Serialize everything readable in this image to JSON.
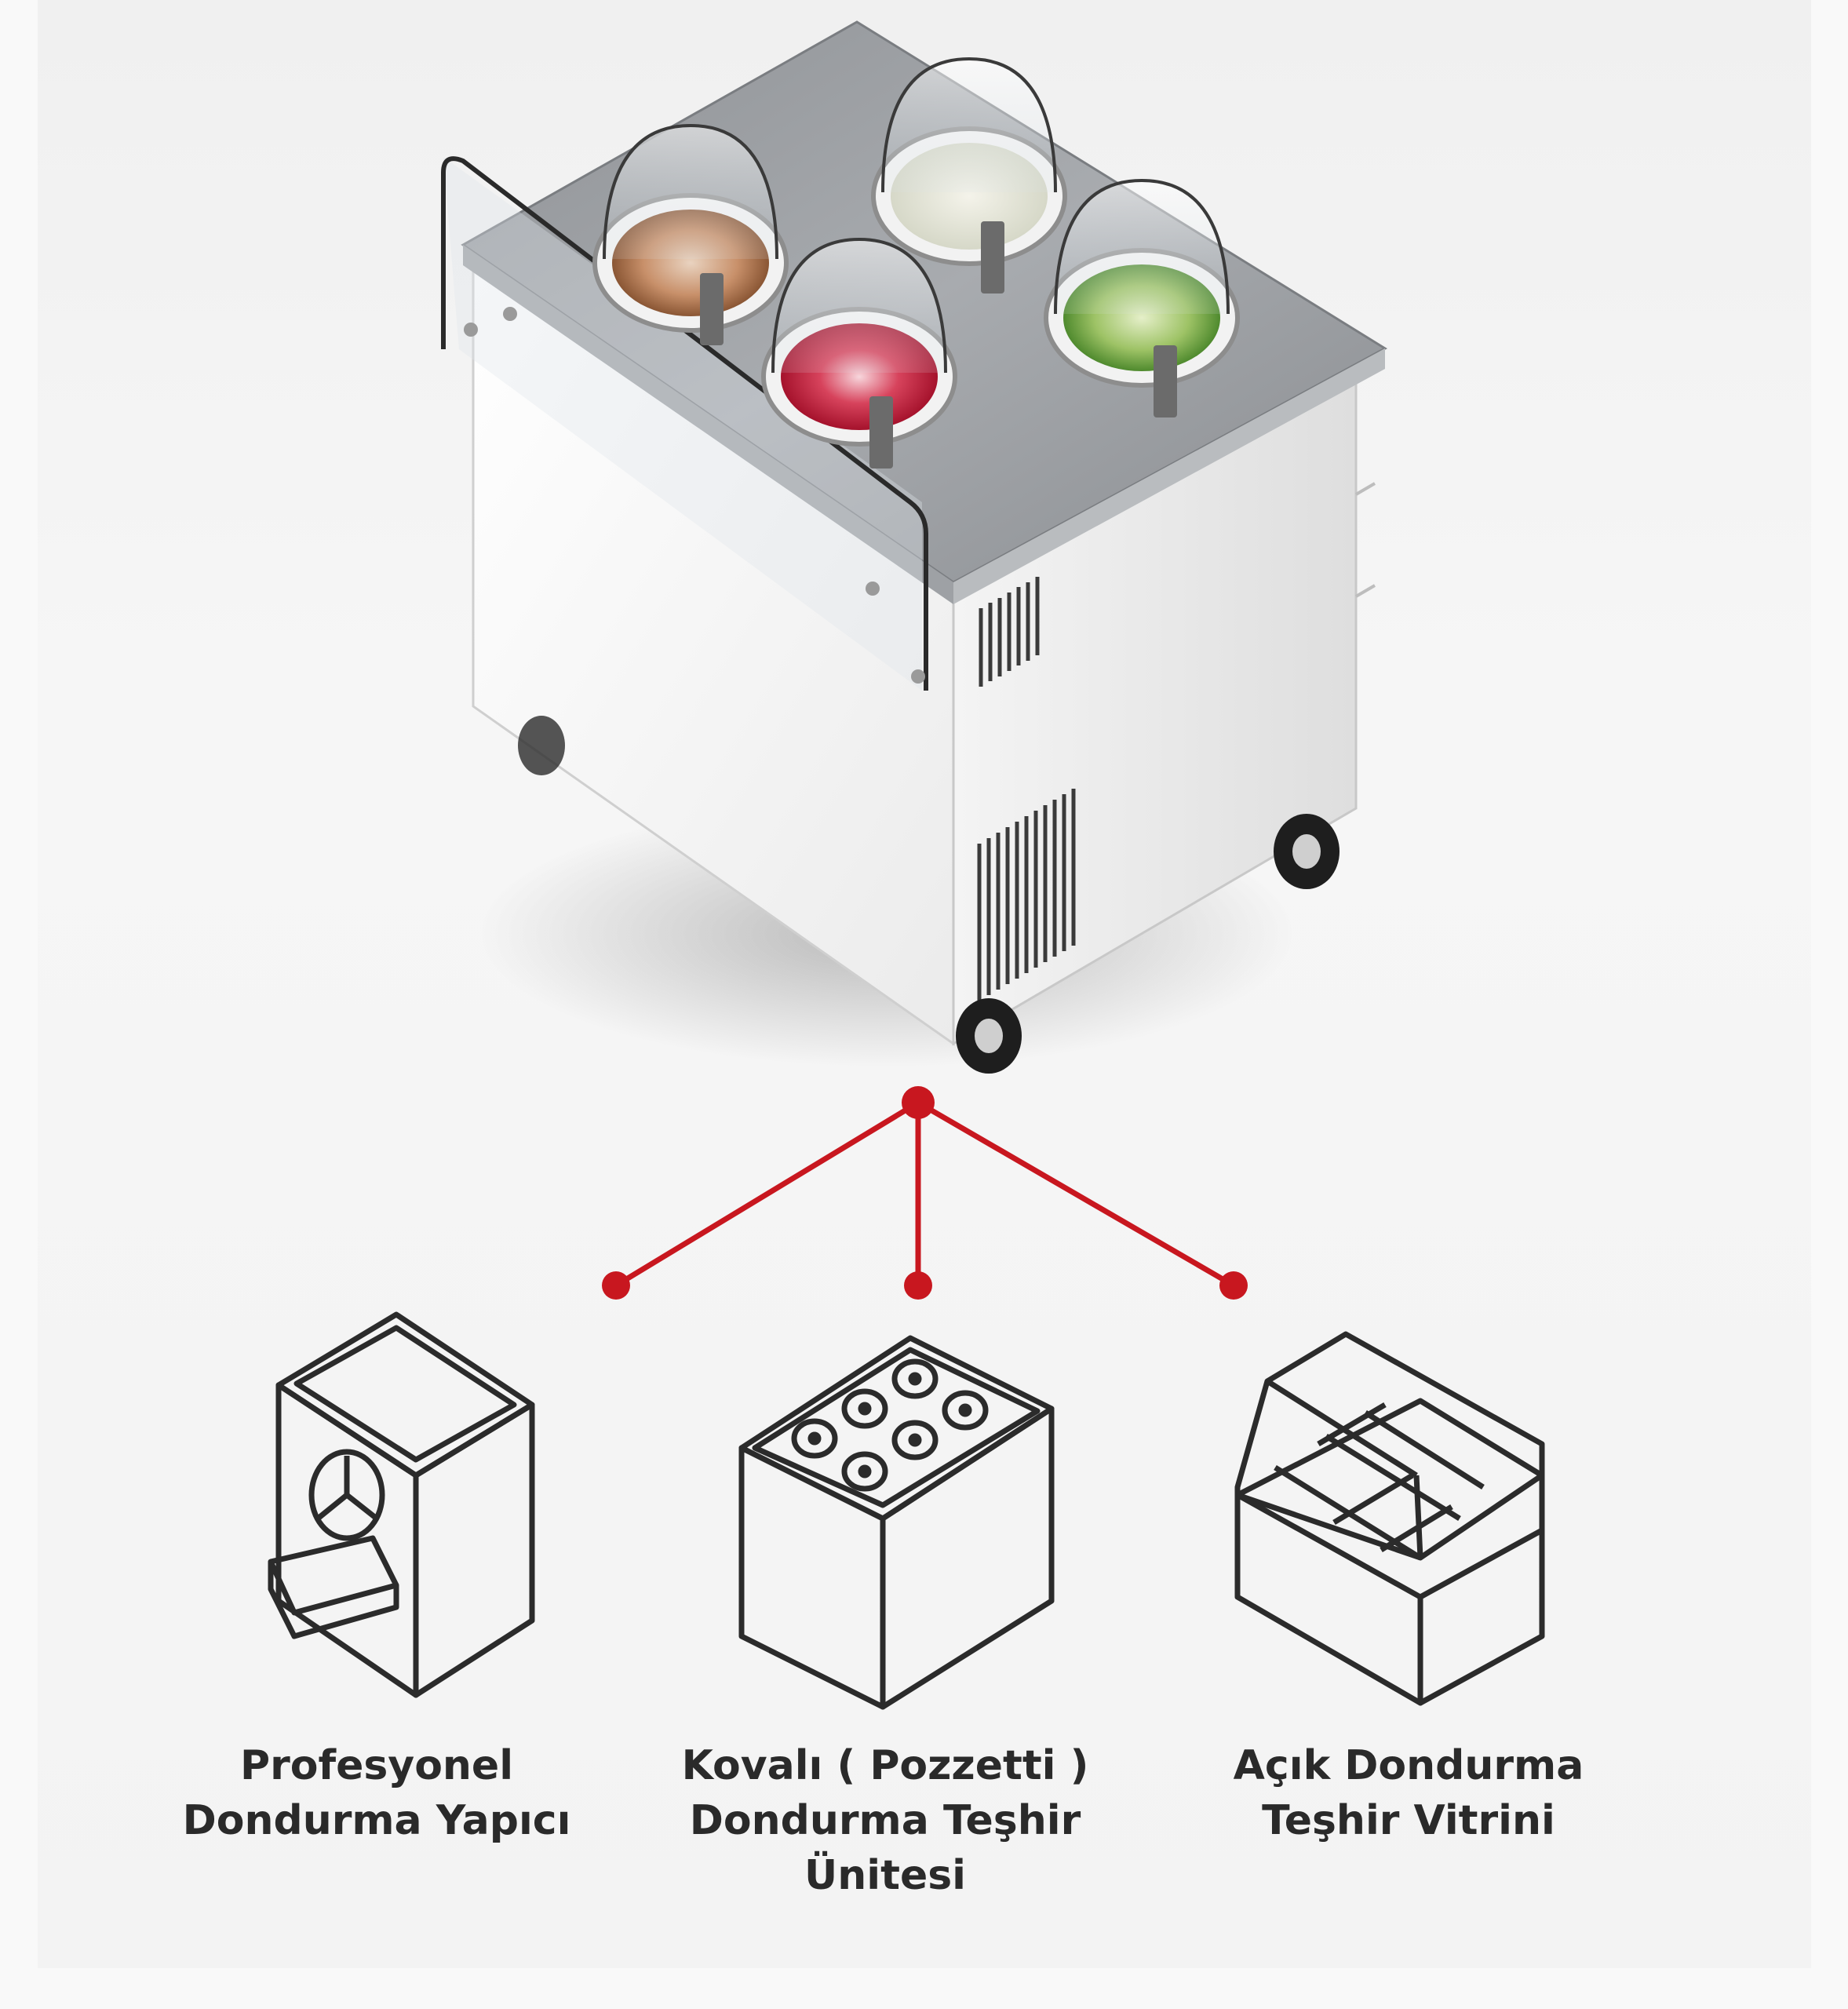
{
  "colors": {
    "background": "#f3f3f3",
    "connector": "#c8171f",
    "icon_stroke": "#2b2b2b",
    "label_text": "#2a2a2a"
  },
  "product": {
    "name": "pozzetti-ice-cream-cabinet",
    "tub_flavors": [
      "chocolate-hazelnut",
      "vanilla",
      "strawberry",
      "pistachio"
    ]
  },
  "icons": [
    {
      "name": "gelato-machine-icon",
      "label": [
        "Profesyonel",
        "Dondurma Yapıcı"
      ]
    },
    {
      "name": "pozzetti-unit-icon",
      "label": [
        "Kovalı ( Pozzetti )",
        "Dondurma Teşhir Ünitesi"
      ]
    },
    {
      "name": "display-case-icon",
      "label": [
        "Açık Dondurma",
        "Teşhir Vitrini"
      ]
    }
  ]
}
